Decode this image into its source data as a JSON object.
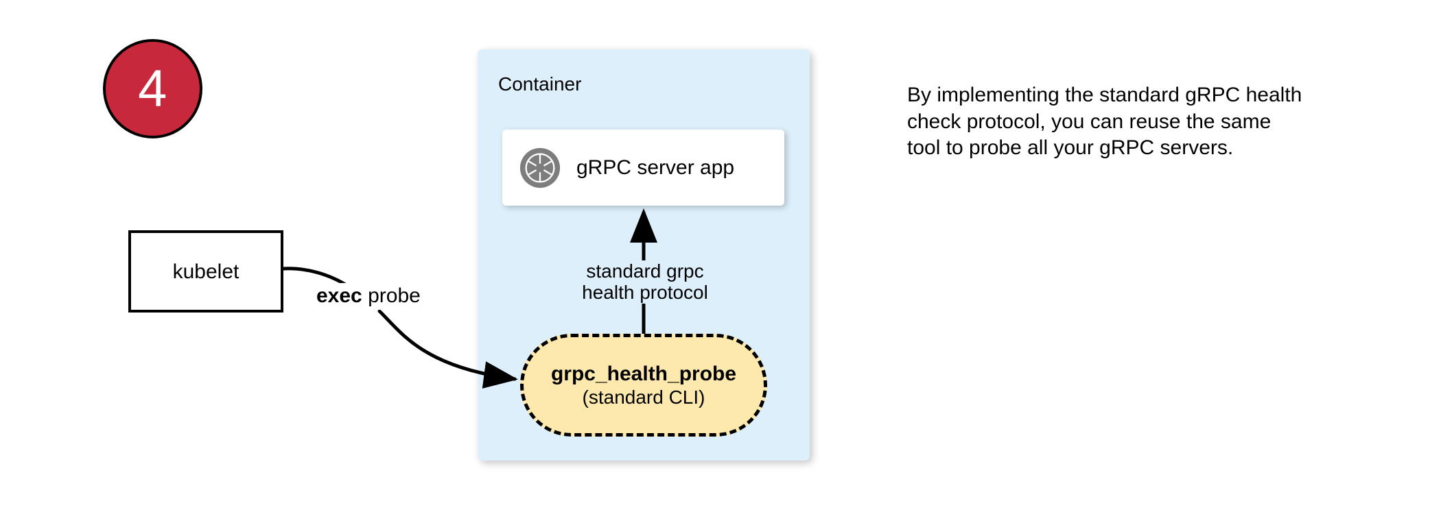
{
  "step": {
    "number": "4"
  },
  "nodes": {
    "kubelet": {
      "label": "kubelet"
    },
    "container": {
      "title": "Container"
    },
    "server_card": {
      "icon": "grpc-aperture-icon",
      "label": "gRPC server app"
    },
    "probe": {
      "title": "grpc_health_probe",
      "subtitle": "(standard CLI)"
    }
  },
  "edges": {
    "exec_probe": {
      "label_bold": "exec",
      "label_rest": " probe"
    },
    "protocol": {
      "line1": "standard grpc",
      "line2": "health protocol"
    }
  },
  "caption": {
    "text": "By implementing the standard gRPC health check protocol, you can reuse the same tool to probe all your gRPC servers."
  },
  "colors": {
    "badge_fill": "#c8283c",
    "badge_text": "#ffffff",
    "container_fill": "#ddeffb",
    "card_fill": "#ffffff",
    "probe_fill": "#fde8ad",
    "icon_gray": "#7d7d7d",
    "stroke": "#000000"
  }
}
